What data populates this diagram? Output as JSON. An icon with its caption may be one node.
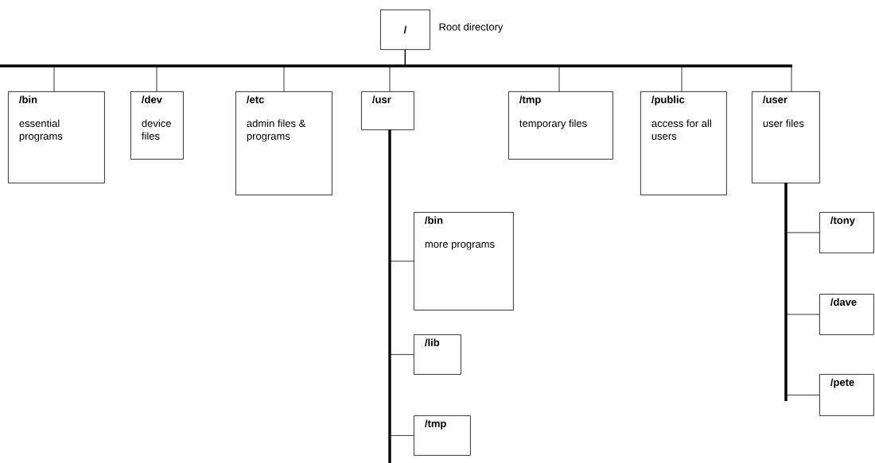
{
  "diagram": {
    "nodes": [
      {
        "text": [
          "/"
        ],
        "beside": [
          "Root directory"
        ]
      },
      {
        "text": [
          "/bin",
          "essential programs"
        ]
      },
      {
        "text": [
          "/dev",
          "device files"
        ]
      },
      {
        "text": [
          "/etc",
          "admin files & programs"
        ]
      },
      {
        "text": [
          "/usr"
        ]
      },
      {
        "text": [
          "/tmp",
          "temporary files"
        ]
      },
      {
        "text": [
          "/public",
          "access for all users"
        ]
      },
      {
        "text": [
          "/user",
          "user files"
        ]
      },
      {
        "text": [
          "/bin",
          "more programs"
        ]
      },
      {
        "text": [
          "/lib"
        ]
      },
      {
        "text": [
          "/tmp"
        ]
      },
      {
        "text": [
          "/tony"
        ]
      },
      {
        "text": [
          "/dave"
        ]
      },
      {
        "text": [
          "/pete"
        ]
      }
    ],
    "edges": [
      {
        "from": 0,
        "to": 1,
        "arrow": "none"
      },
      {
        "from": 0,
        "to": 2,
        "arrow": "none"
      },
      {
        "from": 0,
        "to": 3,
        "arrow": "none"
      },
      {
        "from": 0,
        "to": 4,
        "arrow": "none"
      },
      {
        "from": 0,
        "to": 5,
        "arrow": "none"
      },
      {
        "from": 0,
        "to": 6,
        "arrow": "none"
      },
      {
        "from": 0,
        "to": 7,
        "arrow": "none"
      },
      {
        "from": 4,
        "to": 8,
        "arrow": "none"
      },
      {
        "from": 4,
        "to": 9,
        "arrow": "none"
      },
      {
        "from": 4,
        "to": 10,
        "arrow": "none"
      },
      {
        "from": 7,
        "to": 11,
        "arrow": "none"
      },
      {
        "from": 7,
        "to": 12,
        "arrow": "none"
      },
      {
        "from": 7,
        "to": 13,
        "arrow": "none"
      }
    ]
  }
}
